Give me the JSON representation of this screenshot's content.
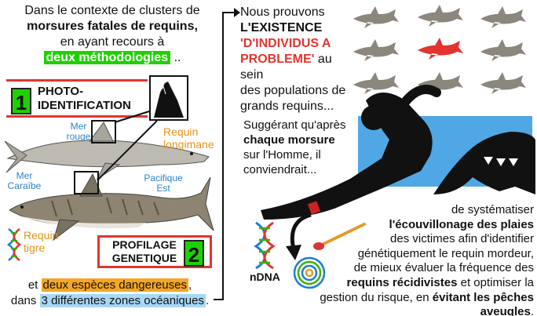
{
  "intro": {
    "line1": "Dans le contexte de clusters de",
    "line2": "morsures fatales de requins,",
    "line3": "en ayant recours à",
    "highlight": "deux méthodologies",
    "suffix": ".."
  },
  "method1": {
    "number": "1",
    "label_a": "PHOTO-",
    "label_b": "IDENTIFICATION"
  },
  "method2": {
    "number": "2",
    "label_a": "PROFILAGE",
    "label_b": "GENETIQUE"
  },
  "map_labels": {
    "red_sea_a": "Mer",
    "red_sea_b": "rouge",
    "caribbean_a": "Mer",
    "caribbean_b": "Caraïbe",
    "pacific_a": "Pacifique",
    "pacific_b": "Est",
    "longimane_a": "Requin",
    "longimane_b": "longimane",
    "tigre_a": "Requin",
    "tigre_b": "tigre"
  },
  "bottom_left": {
    "pre1": "et",
    "species": "deux espèces dangereuses",
    "post1": ",",
    "pre2": "dans",
    "zones": "3 différentes zones océaniques",
    "post2": "."
  },
  "right_top": {
    "l1": "Nous prouvons",
    "l2": "L'EXISTENCE",
    "l3": "'D'INDIVIDUS A",
    "l4a": "PROBLEME'",
    "l4b": " au sein",
    "l5": "des populations de",
    "l6": "grands requins..."
  },
  "suggest": {
    "l1": "Suggérant qu'après",
    "l2": "chaque morsure",
    "l3": "sur l'Homme, il",
    "l4": "conviendrait..."
  },
  "conclusion": {
    "l1": "de systématiser",
    "l2a": "l'écouvillonage des plaies",
    "l3": "des victimes afin d'identifier",
    "l4": "génétiquement le requin mordeur,",
    "l5": "de mieux évaluer la fréquence des",
    "l6a": "requins récidivistes",
    "l6b": " et optimiser la",
    "l7a": "gestion du risque, en ",
    "l7b": "évitant les pêches aveugles",
    "l7c": "."
  },
  "ndna": "nDNA",
  "colors": {
    "accent_red": "#e3342f",
    "green": "#1fd000",
    "orange": "#f5a623",
    "blue": "#2a84c7"
  }
}
